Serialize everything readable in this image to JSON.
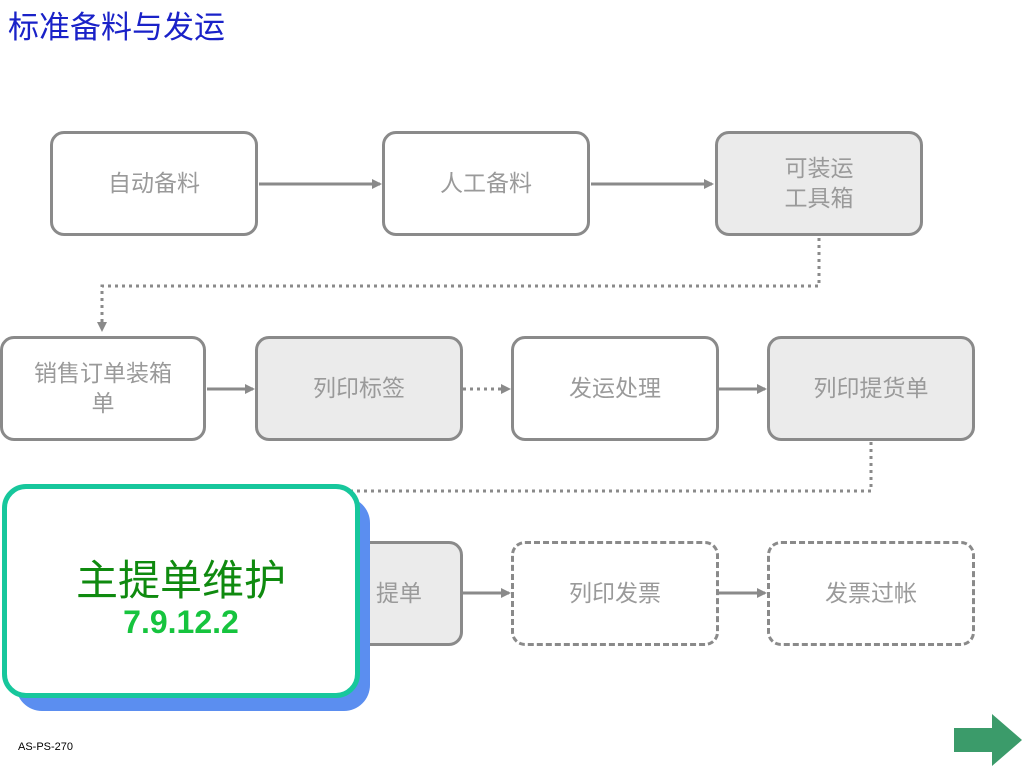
{
  "title": "标准备料与发运",
  "footer": "AS-PS-270",
  "boxes": {
    "auto_picking": "自动备料",
    "manual_picking": "人工备料",
    "shippable_toolbox": {
      "line1": "可装运",
      "line2": "工具箱"
    },
    "so_packing": {
      "line1": "销售订单装箱",
      "line2": "单"
    },
    "print_labels": "列印标签",
    "ship_confirm": "发运处理",
    "print_bol": "列印提货单",
    "bill_partial": "提单",
    "print_invoice": "列印发票",
    "invoice_posting": "发票过帐"
  },
  "popup": {
    "title": "主提单维护",
    "code": "7.9.12.2"
  },
  "colors": {
    "title": "#1a22c8",
    "box_border": "#8a8a8a",
    "box_text": "#9a9a9a",
    "box_shaded": "#ebebeb",
    "popup_border": "#17c79c",
    "popup_shadow": "#5b8ef0",
    "popup_title": "#0f8a0f",
    "popup_code": "#16c43e",
    "next_arrow": "#3b9b6a"
  },
  "icons": {
    "next": "next-arrow-icon"
  }
}
